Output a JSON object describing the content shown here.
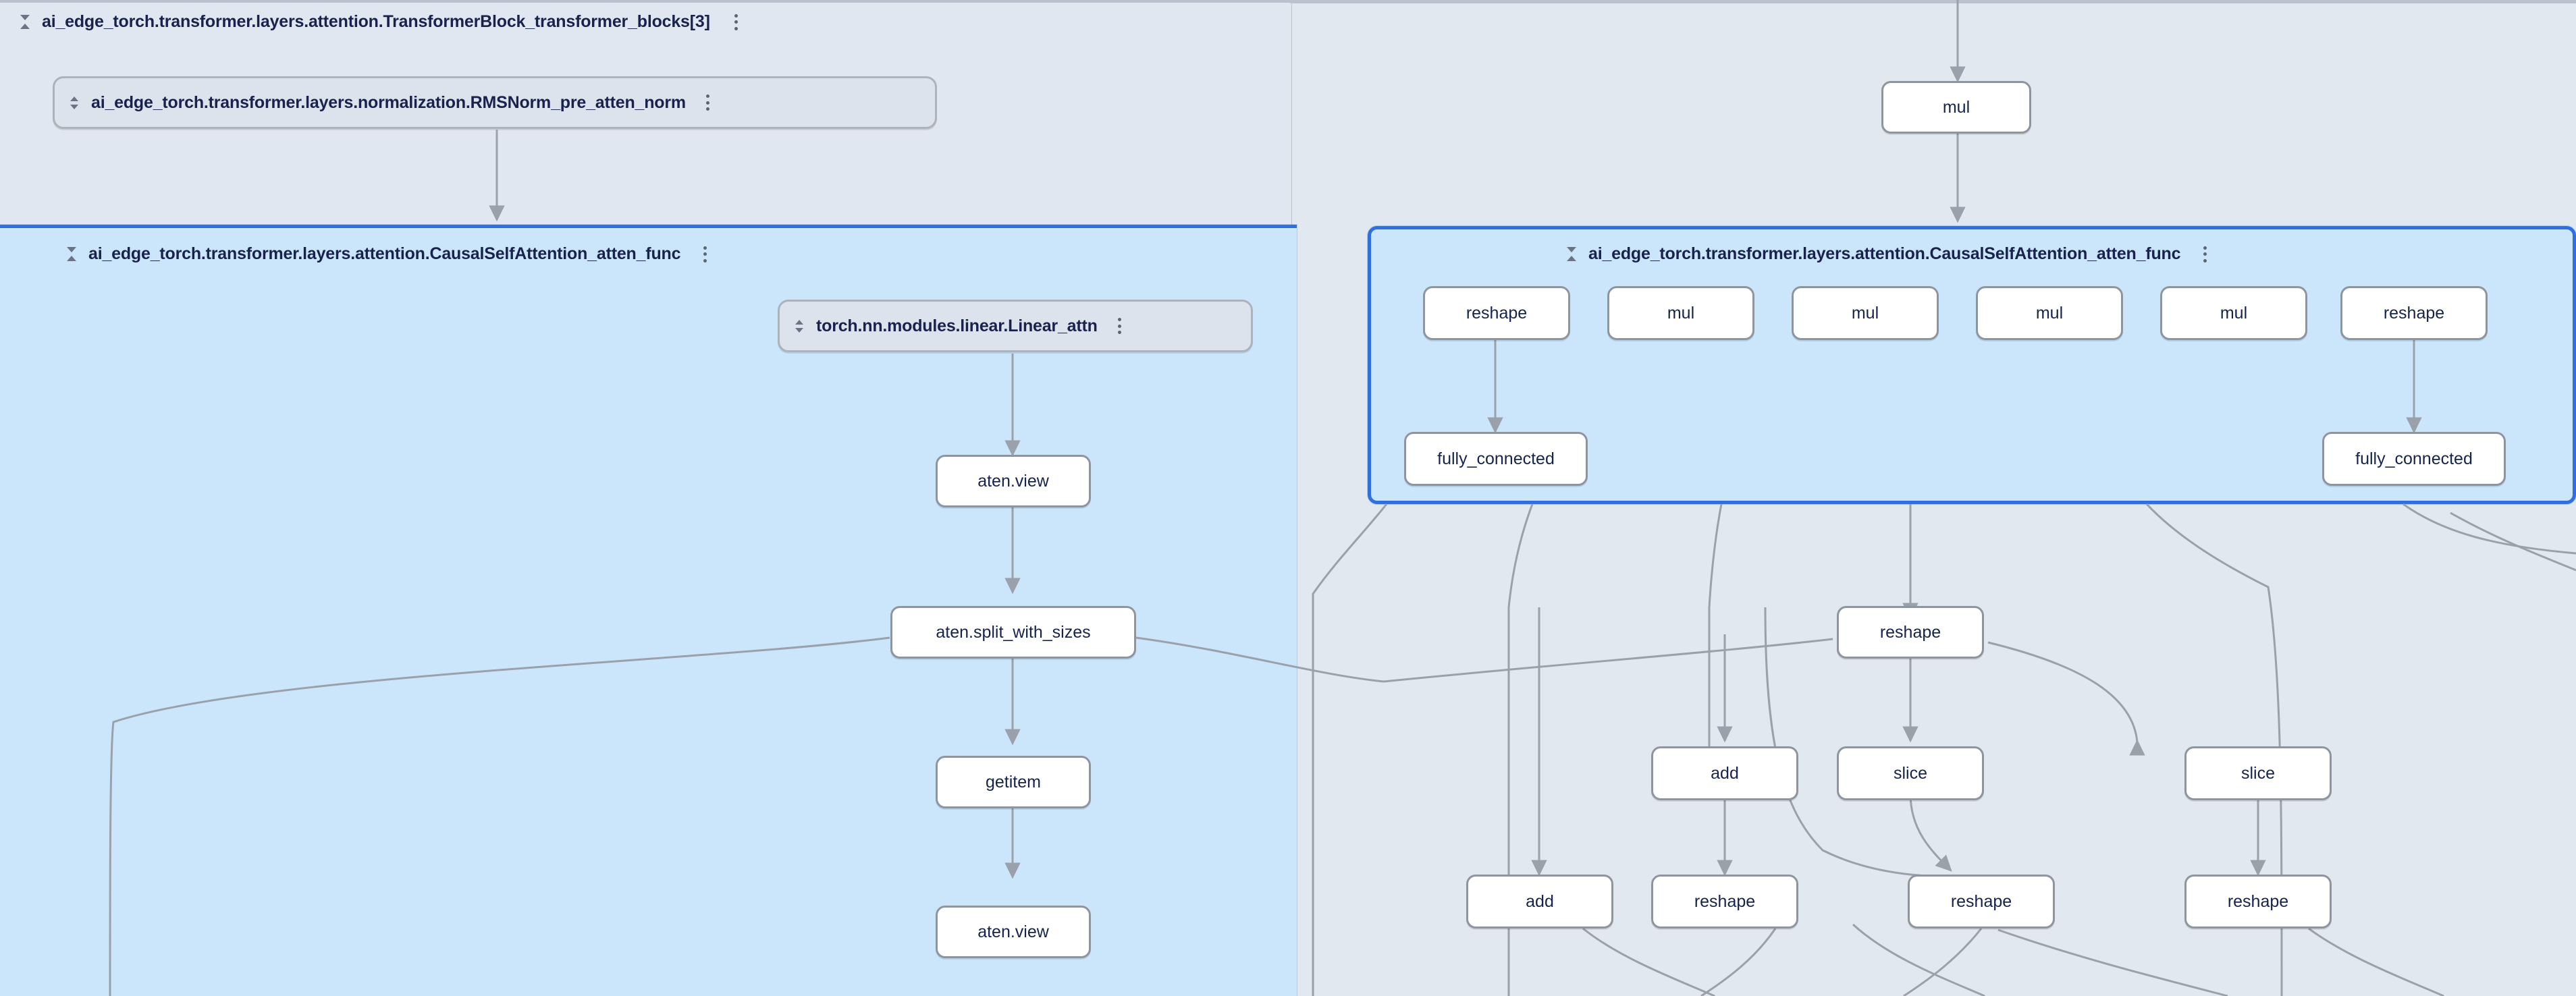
{
  "app": {
    "kind": "model-graph-explorer",
    "canvas_bg": "#e2e8f0",
    "selected_accent": "#2f6fe0",
    "selected_fill": "#cbe6fb",
    "group_fill": "#e1e7f0",
    "node_fill": "#ffffff",
    "text_color": "#16234b"
  },
  "icons": {
    "collapse": "collapse-chevrons-icon",
    "expand": "expand-chevrons-icon",
    "menu": "kebab-menu-icon"
  },
  "groups": [
    {
      "id": "transformer-block",
      "title": "ai_edge_torch.transformer.layers.attention.TransformerBlock_transformer_blocks[3]",
      "toggle": "collapse",
      "menu": "⋮",
      "selected": false
    },
    {
      "id": "causal-self-attention-left",
      "title": "ai_edge_torch.transformer.layers.attention.CausalSelfAttention_atten_func",
      "toggle": "collapse",
      "menu": "⋮",
      "selected": true
    },
    {
      "id": "causal-self-attention-right",
      "title": "ai_edge_torch.transformer.layers.attention.CausalSelfAttention_atten_func",
      "toggle": "collapse",
      "menu": "⋮",
      "selected": true
    }
  ],
  "module_nodes": [
    {
      "id": "rmsnorm",
      "label": "ai_edge_torch.transformer.layers.normalization.RMSNorm_pre_atten_norm",
      "toggle": "expand",
      "menu": "⋮"
    },
    {
      "id": "linear-attn",
      "label": "torch.nn.modules.linear.Linear_attn",
      "toggle": "expand",
      "menu": "⋮"
    }
  ],
  "op_nodes": [
    {
      "id": "mul-top",
      "label": "mul"
    },
    {
      "id": "reshape-r1",
      "label": "reshape"
    },
    {
      "id": "mul-r1",
      "label": "mul"
    },
    {
      "id": "mul-r2",
      "label": "mul"
    },
    {
      "id": "mul-r3",
      "label": "mul"
    },
    {
      "id": "mul-r4",
      "label": "mul"
    },
    {
      "id": "reshape-r2",
      "label": "reshape"
    },
    {
      "id": "fc-left",
      "label": "fully_connected"
    },
    {
      "id": "fc-right",
      "label": "fully_connected"
    },
    {
      "id": "aten-view-1",
      "label": "aten.view"
    },
    {
      "id": "aten-split",
      "label": "aten.split_with_sizes"
    },
    {
      "id": "getitem",
      "label": "getitem"
    },
    {
      "id": "aten-view-2",
      "label": "aten.view"
    },
    {
      "id": "reshape-mid",
      "label": "reshape"
    },
    {
      "id": "add-1",
      "label": "add"
    },
    {
      "id": "slice-1",
      "label": "slice"
    },
    {
      "id": "slice-2",
      "label": "slice"
    },
    {
      "id": "add-2",
      "label": "add"
    },
    {
      "id": "reshape-b1",
      "label": "reshape"
    },
    {
      "id": "reshape-b2",
      "label": "reshape"
    },
    {
      "id": "reshape-b3",
      "label": "reshape"
    }
  ]
}
